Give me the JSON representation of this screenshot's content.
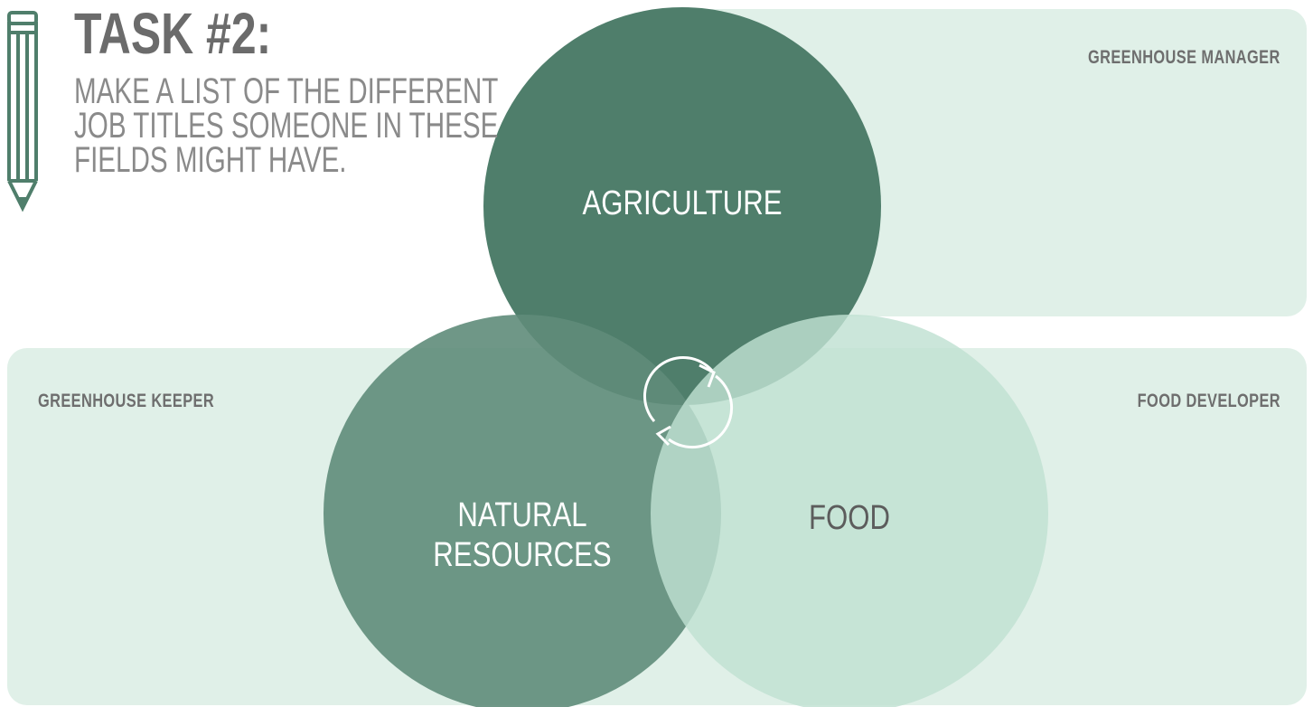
{
  "task": {
    "title": "TASK #2:",
    "instruction_lines": [
      "MAKE A LIST OF THE DIFFERENT",
      "JOB TITLES SOMEONE IN THESE",
      "FIELDS MIGHT HAVE."
    ]
  },
  "venn": {
    "circles": [
      {
        "label": "AGRICULTURE",
        "color": "#4f7e6b"
      },
      {
        "label_lines": [
          "NATURAL",
          "RESOURCES"
        ],
        "color": "#6b9584"
      },
      {
        "label": "FOOD",
        "color": "#c3e3d6"
      }
    ],
    "center_icon": "refresh-cycle-icon"
  },
  "panels": {
    "top_right_label": "GREENHOUSE MANAGER",
    "bottom_left_label": "GREENHOUSE KEEPER",
    "bottom_right_label": "FOOD DEVELOPER",
    "panel_color": "#e0f0e8"
  },
  "icons": {
    "pencil": "pencil-icon"
  }
}
